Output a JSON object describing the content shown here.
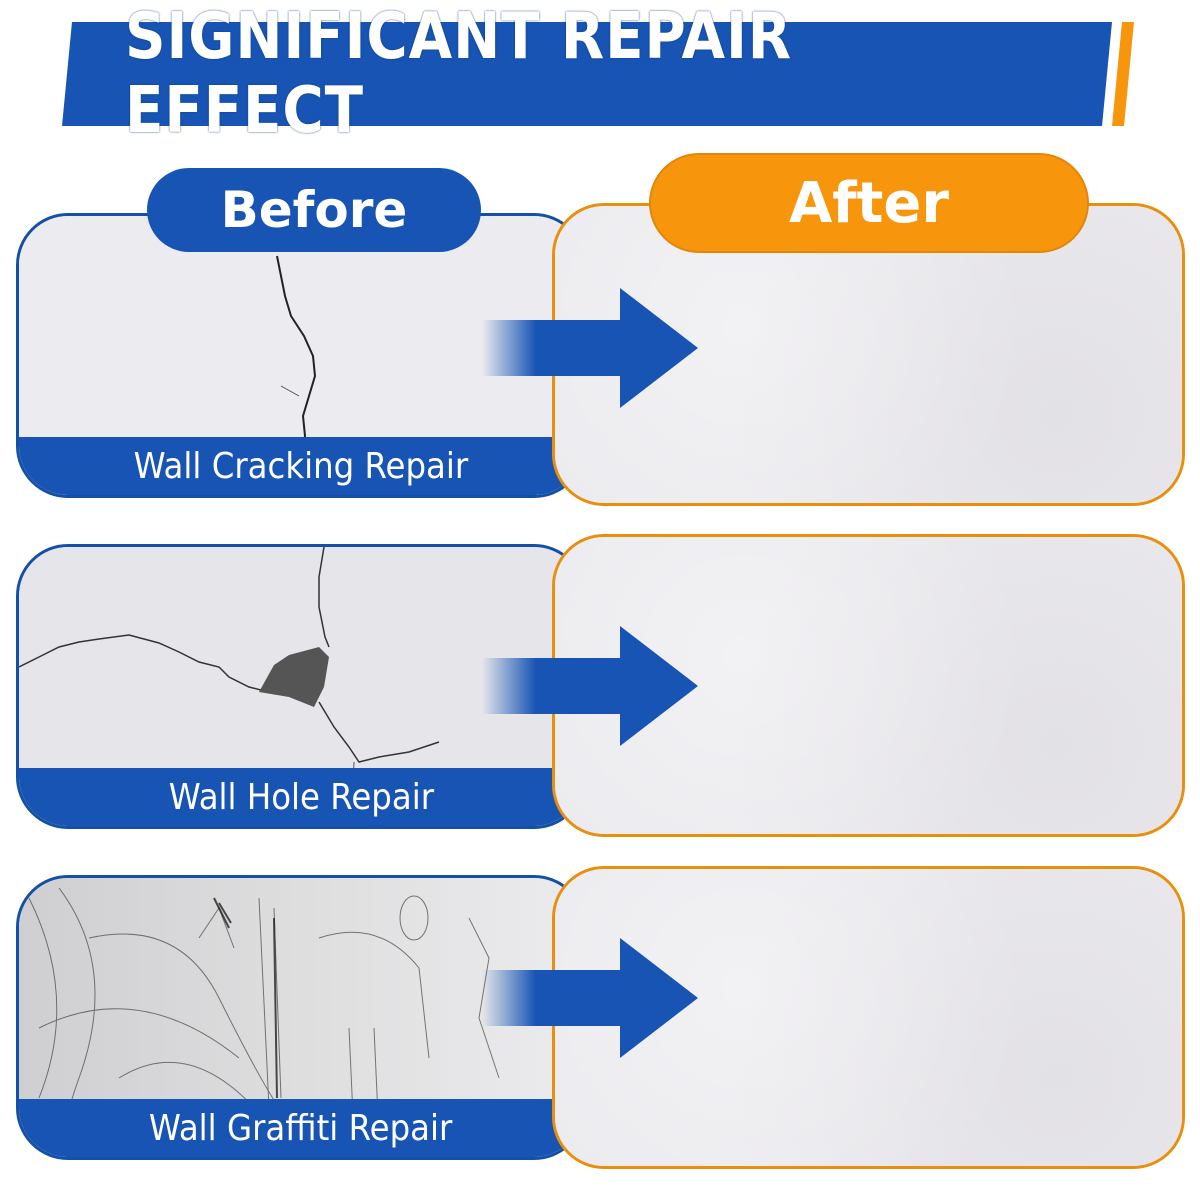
{
  "banner": {
    "title": "SIGNIFICANT REPAIR EFFECT",
    "colors": {
      "primary": "#1754b4",
      "accent": "#f7960d"
    }
  },
  "labels": {
    "before": "Before",
    "after": "After"
  },
  "rows": [
    {
      "caption": "Wall Cracking Repair",
      "before_image": "wall-crack-photo",
      "after_image": "smooth-wall-photo"
    },
    {
      "caption": "Wall Hole Repair",
      "before_image": "wall-hole-photo",
      "after_image": "smooth-wall-photo"
    },
    {
      "caption": "Wall Graffiti Repair",
      "before_image": "wall-graffiti-photo",
      "after_image": "smooth-wall-photo"
    }
  ],
  "icons": {
    "arrow": "right-arrow-icon"
  }
}
